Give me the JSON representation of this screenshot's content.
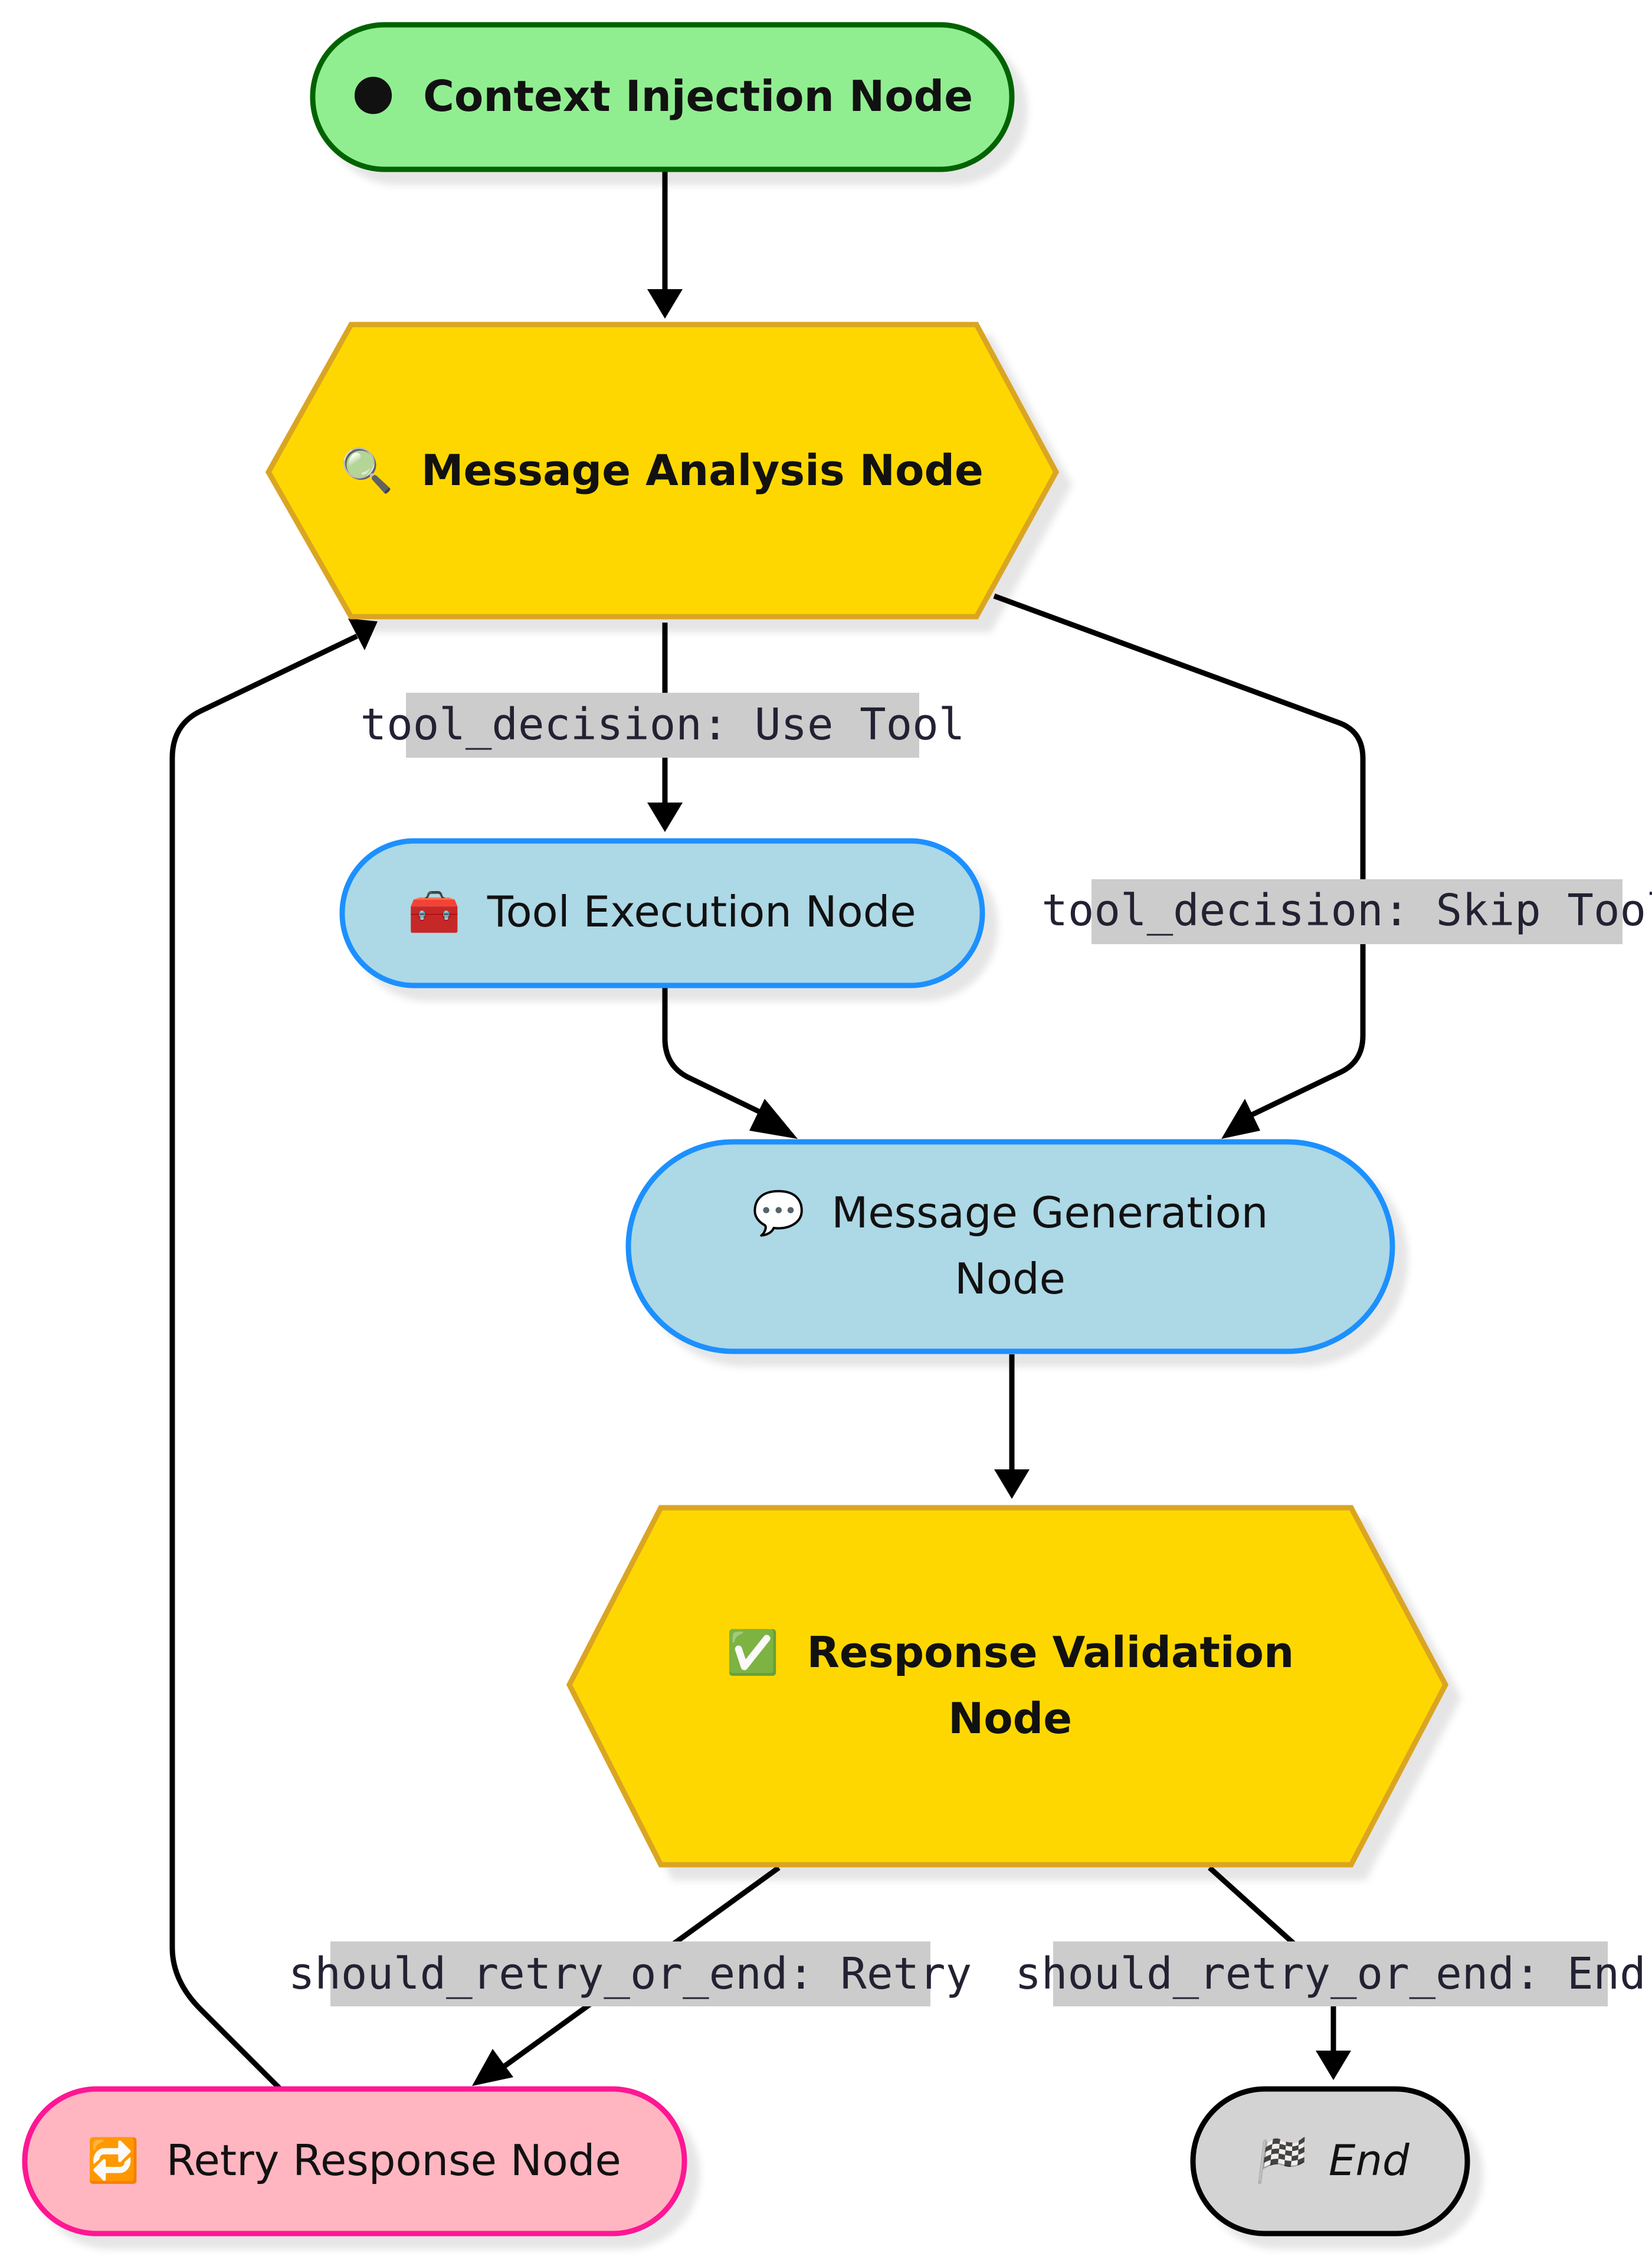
{
  "nodes": {
    "context_injection": {
      "icon": "🌑",
      "label": "Context Injection Node"
    },
    "message_analysis": {
      "icon": "🔍",
      "label": "Message Analysis Node"
    },
    "tool_execution": {
      "icon": "🧰",
      "label": "Tool Execution Node"
    },
    "message_generation": {
      "icon": "💬",
      "line1": "Message Generation",
      "line2": "Node"
    },
    "response_validation": {
      "icon": "✅",
      "line1": "Response Validation",
      "line2": "Node"
    },
    "retry_response": {
      "icon": "🔁",
      "label": "Retry Response Node"
    },
    "end": {
      "icon": "🏁",
      "label": "End"
    }
  },
  "edges": {
    "use_tool": "tool_decision: Use Tool",
    "skip_tool": "tool_decision: Skip Tool",
    "retry": "should_retry_or_end: Retry",
    "end": "should_retry_or_end: End"
  },
  "colors": {
    "start_fill": "#90ee90",
    "start_stroke": "#006400",
    "decision_fill": "#ffd700",
    "decision_stroke": "#daa520",
    "process_fill": "#add8e6",
    "process_stroke": "#1e90ff",
    "retry_fill": "#ffb6c1",
    "retry_stroke": "#ff1493",
    "end_fill": "#d3d3d3",
    "end_stroke": "#000000",
    "edge_label_bg": "#cccccc"
  }
}
